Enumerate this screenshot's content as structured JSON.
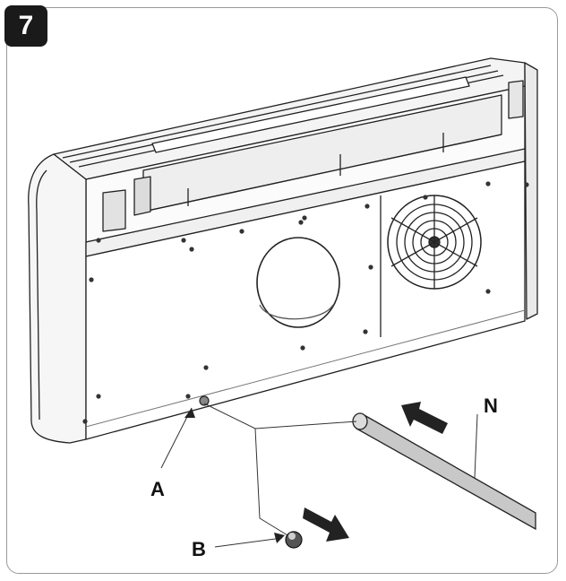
{
  "step": {
    "number": "7"
  },
  "labels": {
    "a": "A",
    "b": "B",
    "n": "N"
  }
}
